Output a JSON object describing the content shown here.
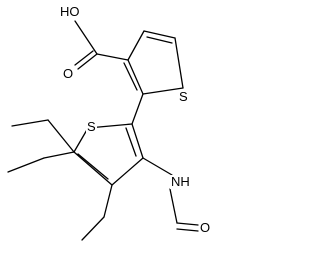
{
  "molecule": {
    "atom_labels": {
      "hydroxyl": "HO",
      "carbonyl_acid": "O",
      "sulfur_top": "S",
      "sulfur_bottom": "S",
      "amide_nh": "NH",
      "carbonyl_amide": "O"
    },
    "colors": {
      "bond": "#000000",
      "text": "#000000",
      "background": "#ffffff"
    }
  }
}
